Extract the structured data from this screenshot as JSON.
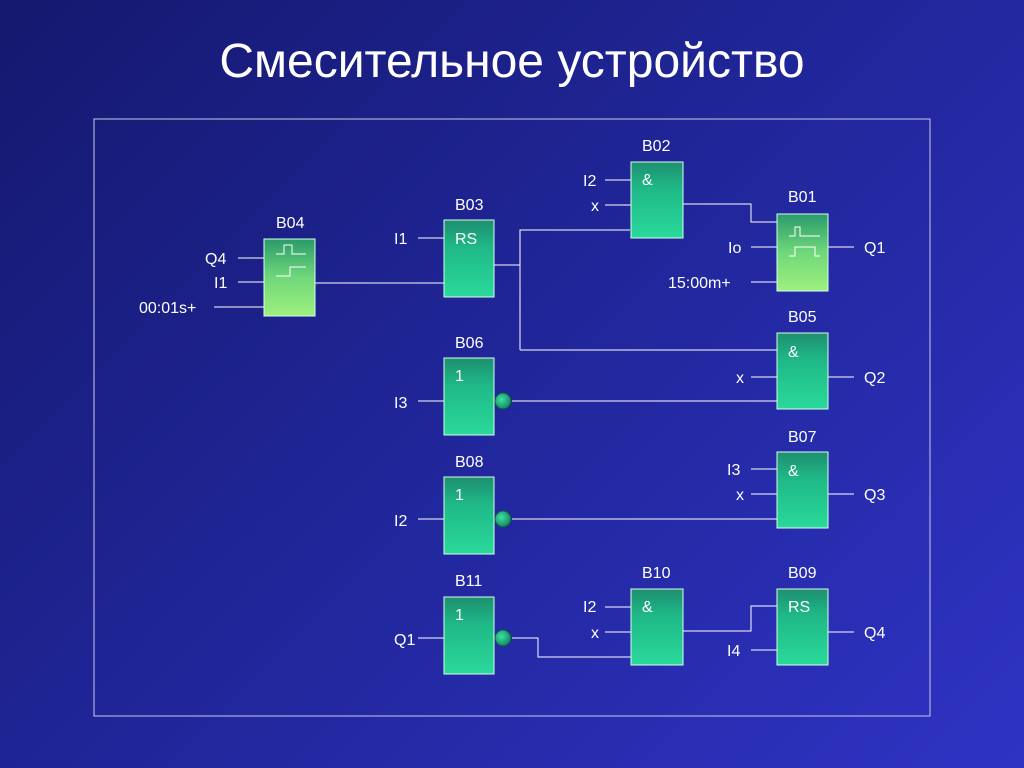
{
  "title": "Смесительное устройство",
  "blocks": {
    "B04": {
      "name": "B04",
      "sym": ""
    },
    "B03": {
      "name": "B03",
      "sym": "RS"
    },
    "B02": {
      "name": "B02",
      "sym": "&"
    },
    "B01": {
      "name": "B01",
      "sym": ""
    },
    "B05": {
      "name": "B05",
      "sym": "&"
    },
    "B06": {
      "name": "B06",
      "sym": "1"
    },
    "B07": {
      "name": "B07",
      "sym": "&"
    },
    "B08": {
      "name": "B08",
      "sym": "1"
    },
    "B11": {
      "name": "B11",
      "sym": "1"
    },
    "B10": {
      "name": "B10",
      "sym": "&"
    },
    "B09": {
      "name": "B09",
      "sym": "RS"
    }
  },
  "labels": {
    "b04_in1": "Q4",
    "b04_in2": "I1",
    "b04_in3": "00:01s+",
    "b03_in1": "I1",
    "b02_in1": "I2",
    "b02_in2": "x",
    "b01_in2": "Io",
    "b01_in3": "15:00m+",
    "b01_out": "Q1",
    "b05_in2": "x",
    "b05_out": "Q2",
    "b06_in": "I3",
    "b07_in1": "I3",
    "b07_in2": "x",
    "b07_out": "Q3",
    "b08_in": "I2",
    "b11_in": "Q1",
    "b10_in1": "I2",
    "b10_in2": "x",
    "b09_in2": "I4",
    "b09_out": "Q4"
  }
}
